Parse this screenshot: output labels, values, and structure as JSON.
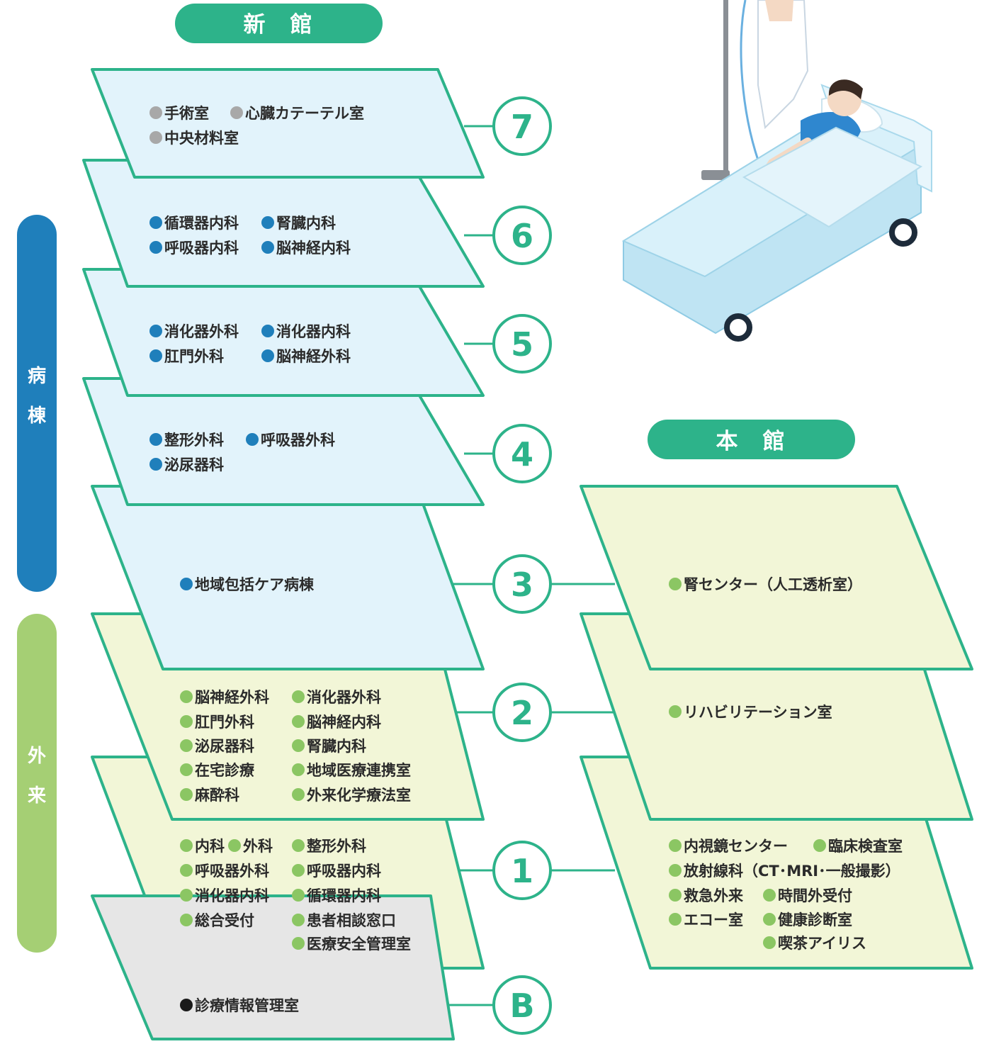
{
  "colors": {
    "green": "#2db38a",
    "blue_fill": "#e2f3fb",
    "yellow_fill": "#f2f6d7",
    "gray_fill": "#e6e6e6",
    "ward_bar": "#1f7fbb",
    "outpatient_bar": "#a5cf74",
    "dot_gray": "#a8a8a8",
    "dot_blue": "#1f7fbb",
    "dot_green": "#8bc663",
    "dot_black": "#1a1a1a"
  },
  "buildings": {
    "new": "新　館",
    "main": "本　館"
  },
  "side_labels": {
    "ward": [
      "病",
      "棟"
    ],
    "outpatient": [
      "外",
      "来"
    ]
  },
  "floors": {
    "f7": {
      "number": "7",
      "rooms": [
        "手術室",
        "心臓カテーテル室",
        "中央材料室"
      ]
    },
    "f6": {
      "number": "6",
      "rooms": [
        "循環器内科",
        "腎臓内科",
        "呼吸器内科",
        "脳神経内科"
      ]
    },
    "f5": {
      "number": "5",
      "rooms": [
        "消化器外科",
        "消化器内科",
        "肛門外科",
        "脳神経外科"
      ]
    },
    "f4": {
      "number": "4",
      "rooms": [
        "整形外科",
        "呼吸器外科",
        "泌尿器科"
      ]
    },
    "f3": {
      "number": "3",
      "rooms": [
        "地域包括ケア病棟"
      ]
    },
    "f2": {
      "number": "2",
      "rooms": [
        "脳神経外科",
        "消化器外科",
        "肛門外科",
        "脳神経内科",
        "泌尿器科",
        "腎臓内科",
        "在宅診療",
        "地域医療連携室",
        "麻酔科",
        "外来化学療法室"
      ]
    },
    "f1": {
      "number": "1",
      "rooms": [
        "内科",
        "外科",
        "整形外科",
        "呼吸器外科",
        "呼吸器内科",
        "消化器内科",
        "循環器内科",
        "総合受付",
        "患者相談窓口",
        "医療安全管理室"
      ]
    },
    "fB": {
      "number": "B",
      "rooms": [
        "診療情報管理室"
      ]
    }
  },
  "main_floors": {
    "f3": {
      "rooms": [
        "腎センター（人工透析室）"
      ]
    },
    "f2": {
      "rooms": [
        "リハビリテーション室"
      ]
    },
    "f1": {
      "rooms": [
        "内視鏡センター",
        "臨床検査室",
        "放射線科（CT･MRI･一般撮影）",
        "救急外来",
        "時間外受付",
        "エコー室",
        "健康診断室",
        "喫茶アイリス"
      ]
    }
  }
}
